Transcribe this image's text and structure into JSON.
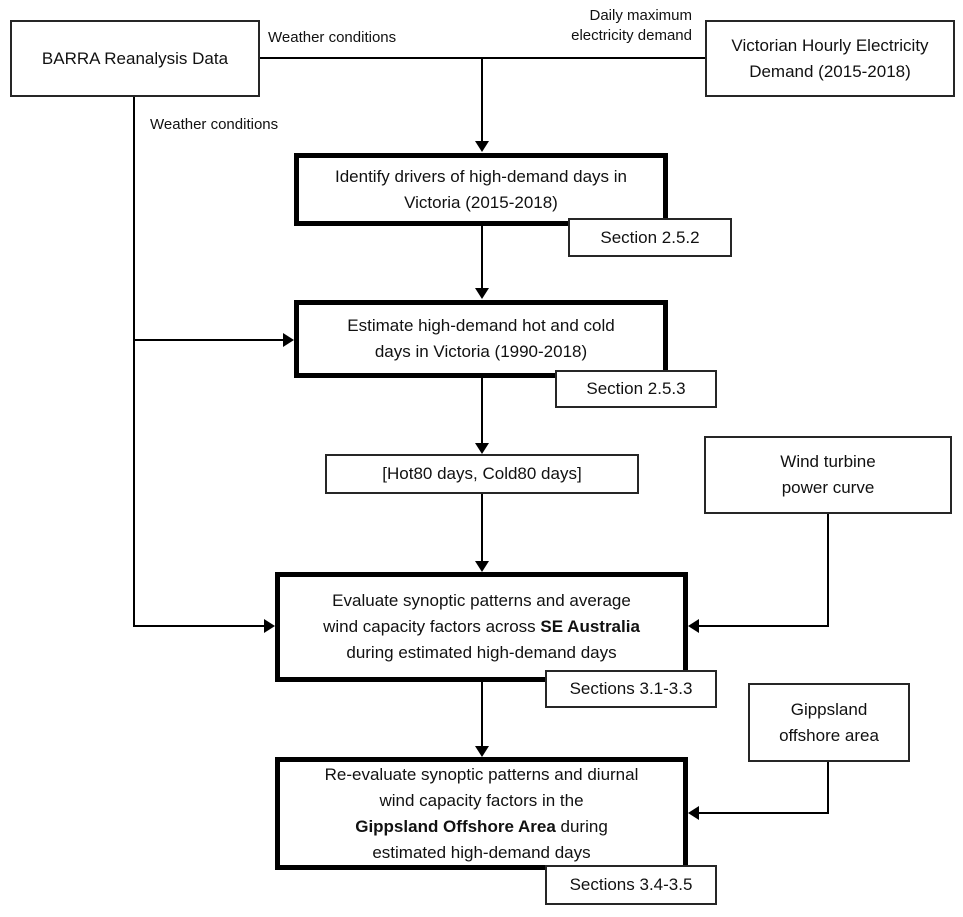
{
  "nodes": {
    "barra": {
      "label": "BARRA Reanalysis Data"
    },
    "victorian": {
      "line1": "Victorian Hourly Electricity",
      "line2": "Demand (2015-2018)"
    },
    "identify": {
      "line1": "Identify drivers of high-demand days in",
      "line2": "Victoria (2015-2018)"
    },
    "section_252": {
      "label": "Section 2.5.2"
    },
    "estimate": {
      "line1": "Estimate high-demand hot and cold",
      "line2": "days in Victoria (1990-2018)"
    },
    "section_253": {
      "label": "Section 2.5.3"
    },
    "hot80": {
      "label": "[Hot80 days, Cold80 days]"
    },
    "wind_turbine": {
      "line1": "Wind turbine",
      "line2": "power curve"
    },
    "evaluate": {
      "line1": "Evaluate synoptic patterns and average",
      "line2_pre": "wind capacity factors across ",
      "line2_bold": "SE Australia",
      "line3": "during estimated high-demand days"
    },
    "section_3133": {
      "label": "Sections 3.1-3.3"
    },
    "gippsland": {
      "line1": "Gippsland",
      "line2": "offshore area"
    },
    "reevaluate": {
      "line1": "Re-evaluate synoptic patterns and diurnal",
      "line2": "wind capacity factors in the",
      "line3_bold": "Gippsland Offshore Area",
      "line3_post": " during",
      "line4": "estimated high-demand days"
    },
    "section_3435": {
      "label": "Sections 3.4-3.5"
    }
  },
  "edge_labels": {
    "weather_conditions_top": "Weather conditions",
    "daily_max_line1": "Daily maximum",
    "daily_max_line2": "electricity demand",
    "weather_conditions_left": "Weather conditions"
  },
  "colors": {
    "background": "#ffffff",
    "line": "#000000",
    "border_thin": "#262626",
    "border_bold": "#000000",
    "text": "#111111"
  }
}
